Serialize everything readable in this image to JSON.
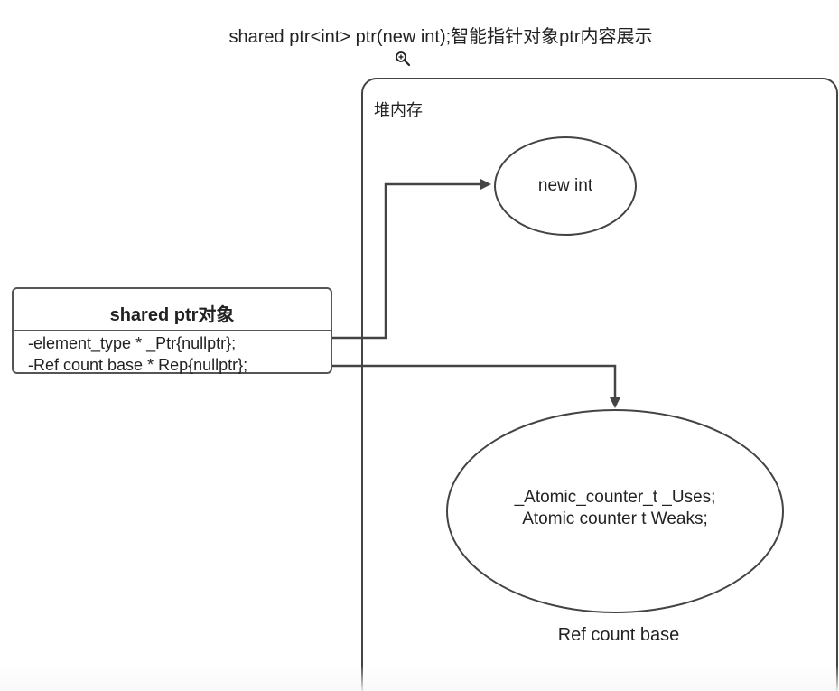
{
  "title": "shared ptr<int> ptr(new int);智能指针对象ptr内容展示",
  "zoom_icon": "zoom-in-icon",
  "heap": {
    "label": "堆内存"
  },
  "shared_ptr_object": {
    "title": "shared ptr对象",
    "fields": [
      "-element_type * _Ptr{nullptr};",
      "-Ref count base *  Rep{nullptr};"
    ]
  },
  "new_int_node": {
    "label": "new int"
  },
  "ref_count_node": {
    "lines": [
      "_Atomic_counter_t _Uses;",
      " Atomic counter t  Weaks;"
    ],
    "caption": "Ref count base"
  },
  "colors": {
    "stroke": "#444444",
    "text": "#222222",
    "background": "#ffffff"
  }
}
